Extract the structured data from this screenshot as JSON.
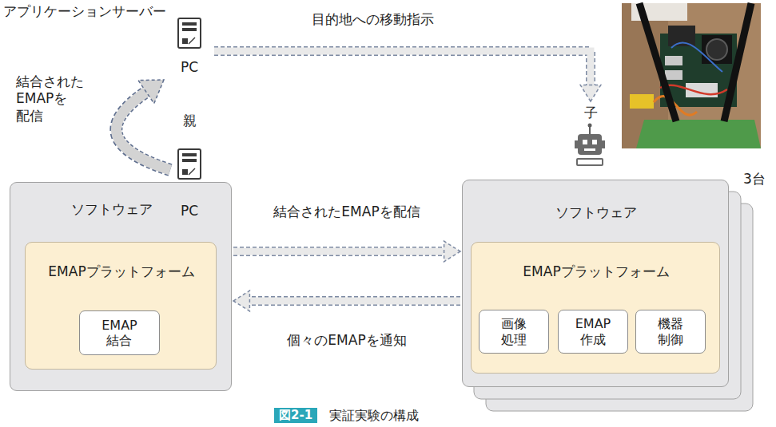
{
  "diagram": {
    "caption": "実証実験の構成",
    "nodes": [
      {
        "text": [
          "アプリケーションサーバー",
          "PC"
        ]
      },
      {
        "text": [
          "ソフトウェア"
        ]
      },
      {
        "text": [
          "親",
          "PC"
        ],
        "in": 1
      },
      {
        "text": [
          "EMAPプラットフォーム"
        ],
        "in": 1
      },
      {
        "text": [
          "EMAP 結合"
        ],
        "in": 3
      },
      {
        "text": [
          "ソフトウェア"
        ]
      },
      {
        "text": [
          "子"
        ],
        "in": 5
      },
      {
        "text": [
          "EMAPプラットフォーム"
        ],
        "in": 5
      },
      {
        "text": [
          "画像 処理"
        ],
        "in": 7
      },
      {
        "text": [
          "EMAP 作成"
        ],
        "in": 7
      },
      {
        "text": [
          "機器 制御"
        ],
        "in": 7
      }
    ],
    "edges": [
      {
        "from": 0,
        "to": 6,
        "label": "目的地への移動指示",
        "arrow": "to"
      },
      {
        "from": 2,
        "to": 0,
        "label": "結合された EMAPを 配信",
        "arrow": "to"
      },
      {
        "from": 1,
        "to": 5,
        "label": "結合されたEMAPを配信",
        "arrow": "to"
      },
      {
        "from": 5,
        "to": 1,
        "label": "個々のEMAPを通知",
        "arrow": "to"
      }
    ],
    "labels": [
      "3台",
      "図2-1"
    ]
  }
}
